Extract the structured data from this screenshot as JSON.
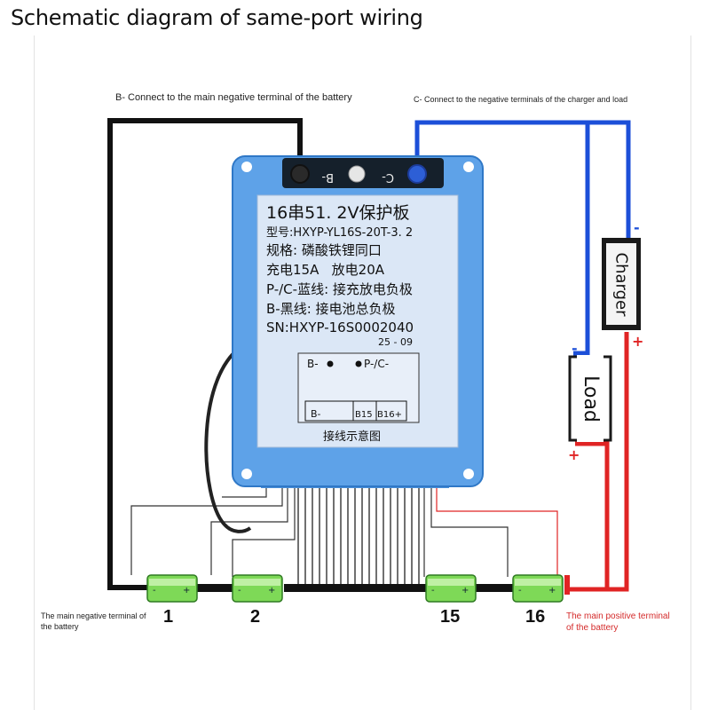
{
  "title": "Schematic diagram of same-port wiring",
  "notes": {
    "b_minus": "B- Connect to the main negative terminal of the battery",
    "c_minus": "C- Connect to the negative terminals of the charger and load",
    "main_negative": "The main negative terminal of the battery",
    "main_positive": "The main positive terminal of the battery"
  },
  "board": {
    "port_b": "B-",
    "port_c": "C-",
    "label_lines": [
      "16串51. 2V保护板",
      "型号:HXYP-YL16S-20T-3. 2",
      "规格: 磷酸铁锂同口",
      "充电15A   放电20A",
      "P-/C-蓝线: 接充放电负极",
      "B-黑线: 接电池总负极",
      "SN:HXYP-16S0002040"
    ],
    "date": "25 - 09",
    "mini": {
      "b_minus": "B-",
      "p_c_minus": "P-/C-",
      "bottom_b_minus": "B-",
      "b15": "B15",
      "b16": "B16+"
    },
    "caption": "接线示意图"
  },
  "devices": {
    "charger": {
      "label": "Charger",
      "minus": "-",
      "plus": "+"
    },
    "load": {
      "label": "Load",
      "minus": "-",
      "plus": "+"
    }
  },
  "cells": [
    {
      "number": "1",
      "minus": "-",
      "plus": "+"
    },
    {
      "number": "2",
      "minus": "-",
      "plus": "+"
    },
    {
      "number": "15",
      "minus": "-",
      "plus": "+"
    },
    {
      "number": "16",
      "minus": "-",
      "plus": "+"
    }
  ],
  "colors": {
    "board_blue": "#5ea2e8",
    "label_bg": "#dbe7f6",
    "wire_black": "#111111",
    "wire_blue": "#1c4fd8",
    "wire_red": "#e02424",
    "cell_green": "#7ed957",
    "device_black": "#1a1a1a"
  }
}
